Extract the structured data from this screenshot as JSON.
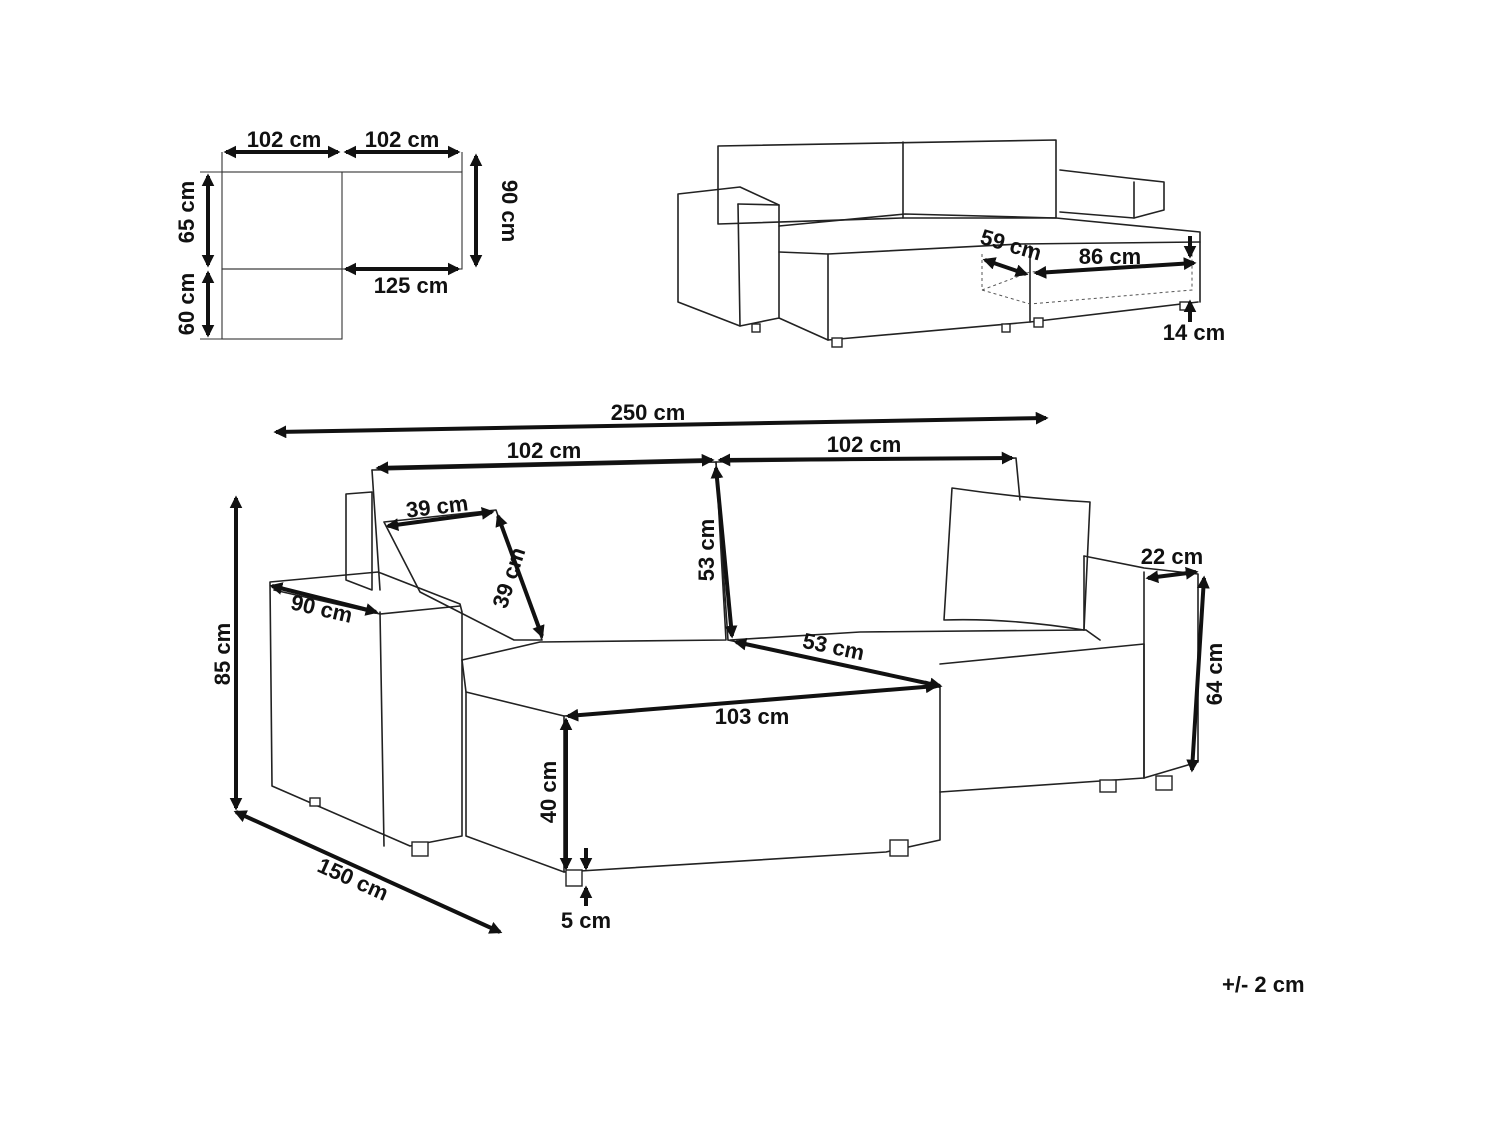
{
  "plan_view": {
    "width_left": "102 cm",
    "width_right": "102 cm",
    "depth_top": "65 cm",
    "depth_bottom": "60 cm",
    "seat_depth": "90 cm",
    "chaise_length": "125 cm"
  },
  "sleeper_view": {
    "mattress_depth": "59 cm",
    "mattress_width": "86 cm",
    "clearance": "14 cm"
  },
  "main_view": {
    "total_width": "250 cm",
    "back_left": "102 cm",
    "back_right": "102 cm",
    "cushion_width": "39 cm",
    "cushion_height": "39 cm",
    "backrest_height": "53 cm",
    "seat_depth": "53 cm",
    "arm_depth": "90 cm",
    "overall_height": "85 cm",
    "chaise_width": "103 cm",
    "seat_height": "40 cm",
    "arm_width": "22 cm",
    "arm_height": "64 cm",
    "total_depth": "150 cm",
    "leg_height": "5 cm"
  },
  "tolerance": "+/- 2 cm"
}
